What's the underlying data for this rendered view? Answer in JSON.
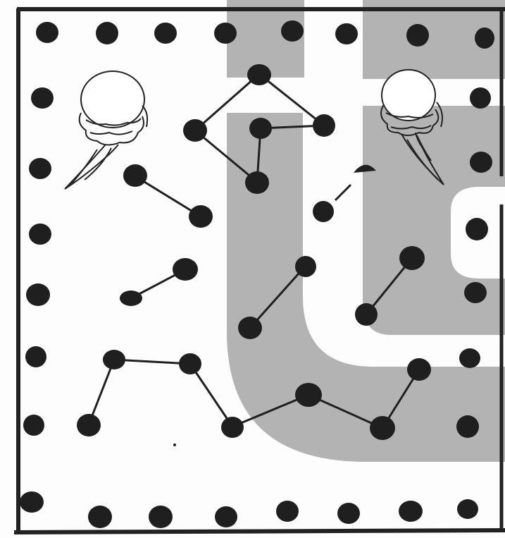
{
  "image": {
    "type": "illustration",
    "style": "ink drawing on paper, grayscale"
  },
  "palette": {
    "background": "#fdfdfd",
    "ink": "#1f1f1f",
    "gray_band": "#b3b3b3"
  },
  "elements": {
    "frame": "border-frame",
    "band": "gray-band",
    "dots": "dot",
    "connections": "connection-line",
    "balloons": "hot-air-balloon-icon"
  }
}
